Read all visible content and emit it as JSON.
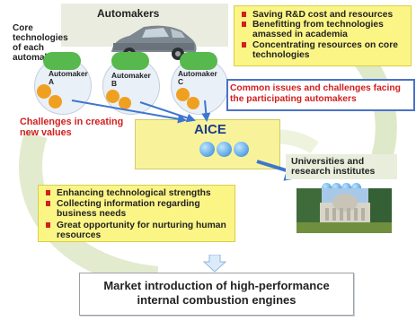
{
  "automakers_title": "Automakers",
  "core_label": "Core technologies of each automaker",
  "makers": [
    "Automaker A",
    "Automaker B",
    "Automaker C"
  ],
  "benefits": [
    "Saving R&D cost and resources",
    "Benefitting from technologies amassed in academia",
    "Concentrating resources on core technologies"
  ],
  "common_issues": "Common issues and challenges facing the participating automakers",
  "challenges": "Challenges in creating new values",
  "aice": "AICE",
  "universities": "Universities and research institutes",
  "university_benefits": [
    "Enhancing technological strengths",
    "Collecting information regarding business needs",
    "Great opportunity for nurturing human resources"
  ],
  "final": "Market introduction of high-performance internal combustion engines",
  "colors": {
    "red": "#d21e1e",
    "arrow_blue": "#3d76cf",
    "box_yellow": "#fbf586",
    "blue_frame": "#4a72c8"
  }
}
